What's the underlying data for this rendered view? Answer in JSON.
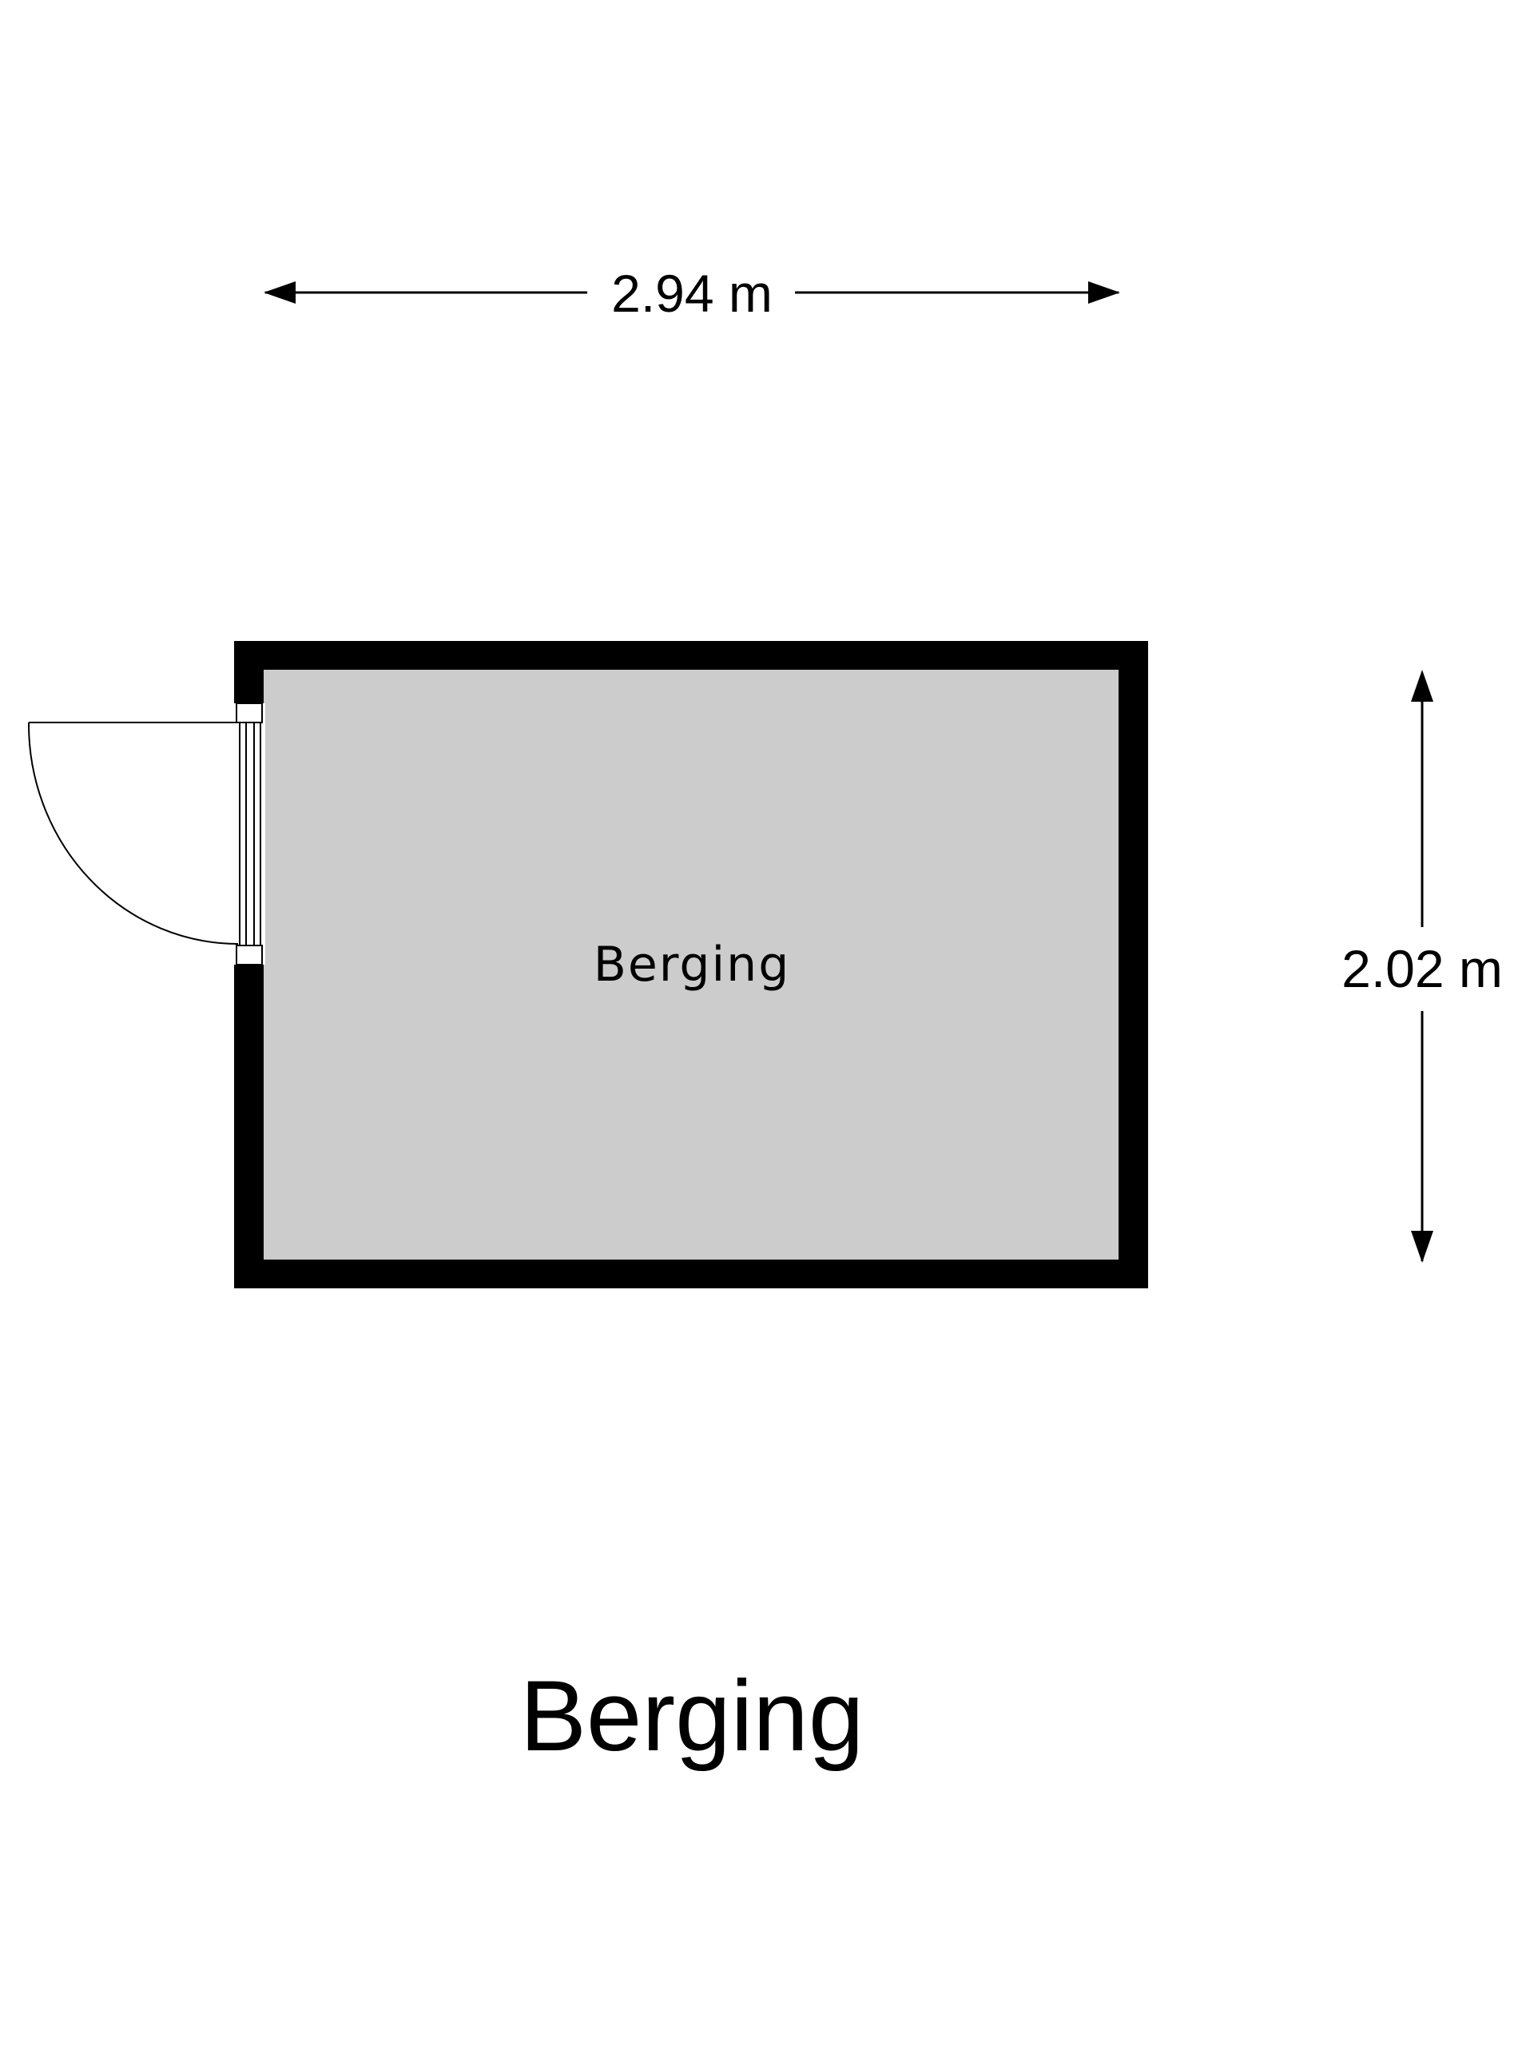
{
  "dimensions": {
    "width": "2.94 m",
    "height": "2.02 m"
  },
  "room": {
    "label": "Berging"
  },
  "plan": {
    "title": "Berging"
  },
  "colors": {
    "wall": "#000000",
    "floor": "#cccccc",
    "background": "#ffffff"
  }
}
